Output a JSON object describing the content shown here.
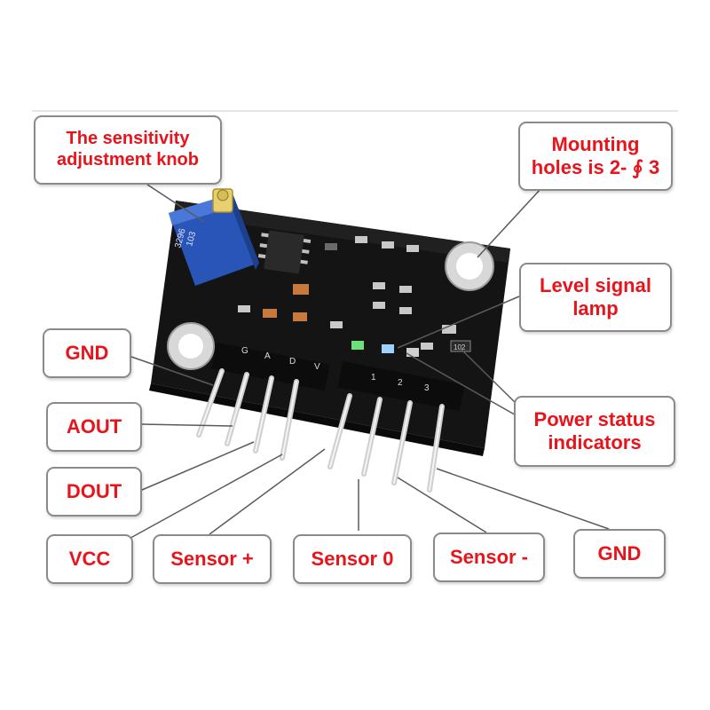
{
  "callouts": {
    "sensitivity": {
      "line1": "The sensitivity",
      "line2": "adjustment knob"
    },
    "mounting": {
      "line1": "Mounting",
      "line2": "holes is 2- ∮ 3"
    },
    "level_lamp": {
      "line1": "Level signal",
      "line2": "lamp"
    },
    "power_status": {
      "line1": "Power status",
      "line2": "indicators"
    },
    "gnd_left": "GND",
    "aout": "AOUT",
    "dout": "DOUT",
    "vcc": "VCC",
    "sensor_plus": "Sensor +",
    "sensor_zero": "Sensor 0",
    "sensor_minus": "Sensor -",
    "gnd_right": "GND"
  },
  "board": {
    "header_left_marks": [
      "G",
      "A",
      "D",
      "V"
    ],
    "header_right_marks": [
      "1",
      "2",
      "3"
    ],
    "pot_marking": [
      "3296",
      "103"
    ],
    "resistor_marking": "102"
  },
  "colors": {
    "label_text": "#e8141c",
    "box_border": "#8a8a8a",
    "pcb": "#141414",
    "potentiometer": "#2a55b8",
    "leader_line": "#5a5a5a"
  }
}
